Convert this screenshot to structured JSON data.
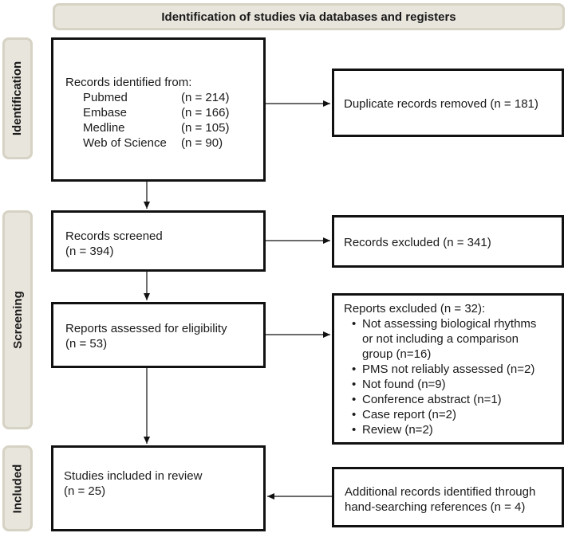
{
  "header": {
    "title": "Identification of studies via databases and registers"
  },
  "phases": {
    "identification": "Identification",
    "screening": "Screening",
    "included": "Included"
  },
  "records_identified": {
    "heading": "Records identified from:",
    "sources": [
      {
        "name": "Pubmed",
        "count": "(n = 214)"
      },
      {
        "name": "Embase",
        "count": "(n = 166)"
      },
      {
        "name": "Medline",
        "count": "(n = 105)"
      },
      {
        "name": "Web of Science",
        "count": "(n = 90)"
      }
    ]
  },
  "duplicates_removed": {
    "text": "Duplicate records removed (n = 181)"
  },
  "records_screened": {
    "line1": "Records screened",
    "line2": "(n = 394)"
  },
  "records_excluded": {
    "text": "Records excluded (n = 341)"
  },
  "reports_assessed": {
    "line1": "Reports assessed for eligibility",
    "line2": "(n = 53)"
  },
  "reports_excluded": {
    "heading": "Reports excluded (n = 32):",
    "reasons": [
      "Not assessing biological rhythms",
      "or not including a comparison",
      "group (n=16)",
      "PMS not reliably assessed (n=2)",
      "Not found (n=9)",
      "Conference abstract (n=1)",
      "Case report (n=2)",
      "Review (n=2)"
    ]
  },
  "studies_included": {
    "line1": "Studies included in review",
    "line2": "(n = 25)"
  },
  "additional_records": {
    "line1": "Additional records identified through",
    "line2": "hand-searching references (n = 4)"
  }
}
